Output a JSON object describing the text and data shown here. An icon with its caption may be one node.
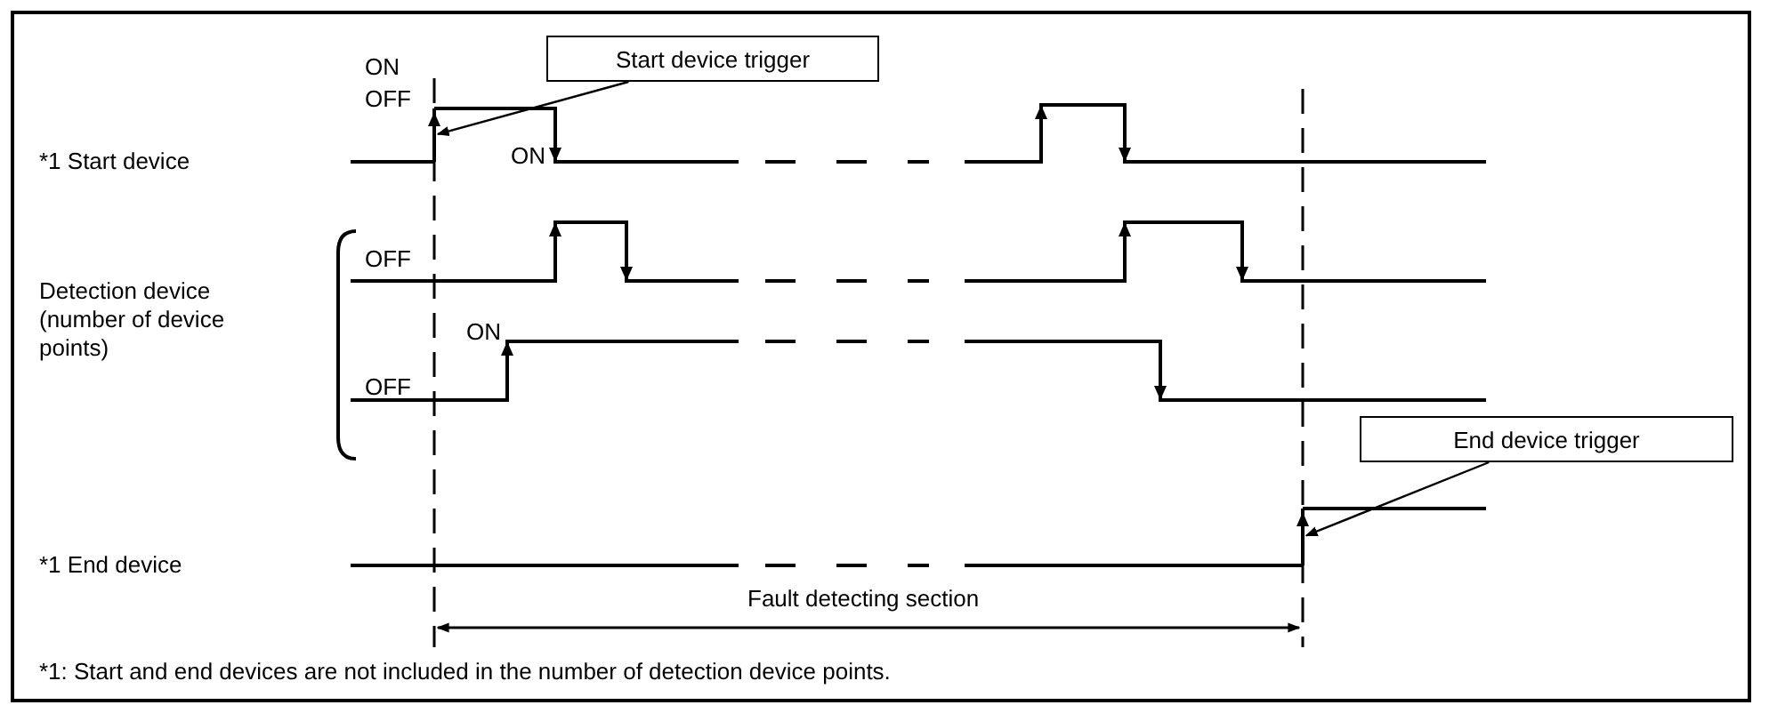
{
  "diagram": {
    "nodes": [
      {
        "text": [
          "Start device trigger"
        ]
      },
      {
        "text": [],
        "shape": "bar"
      },
      {
        "text": [
          "End device trigger"
        ]
      },
      {
        "text": [],
        "shape": "bar"
      }
    ],
    "edges": [
      {
        "from": 0,
        "to": 1,
        "arrow": "to"
      },
      {
        "from": 2,
        "to": 3,
        "arrow": "to"
      }
    ],
    "labels": [
      "ON",
      "OFF",
      "*1 Start device",
      "ON",
      "OFF",
      "Detection device (number of device points)",
      "ON",
      "OFF",
      "*1 End device",
      "Fault detecting section",
      "*1: Start and end devices are not included in the number of detection device points."
    ]
  }
}
